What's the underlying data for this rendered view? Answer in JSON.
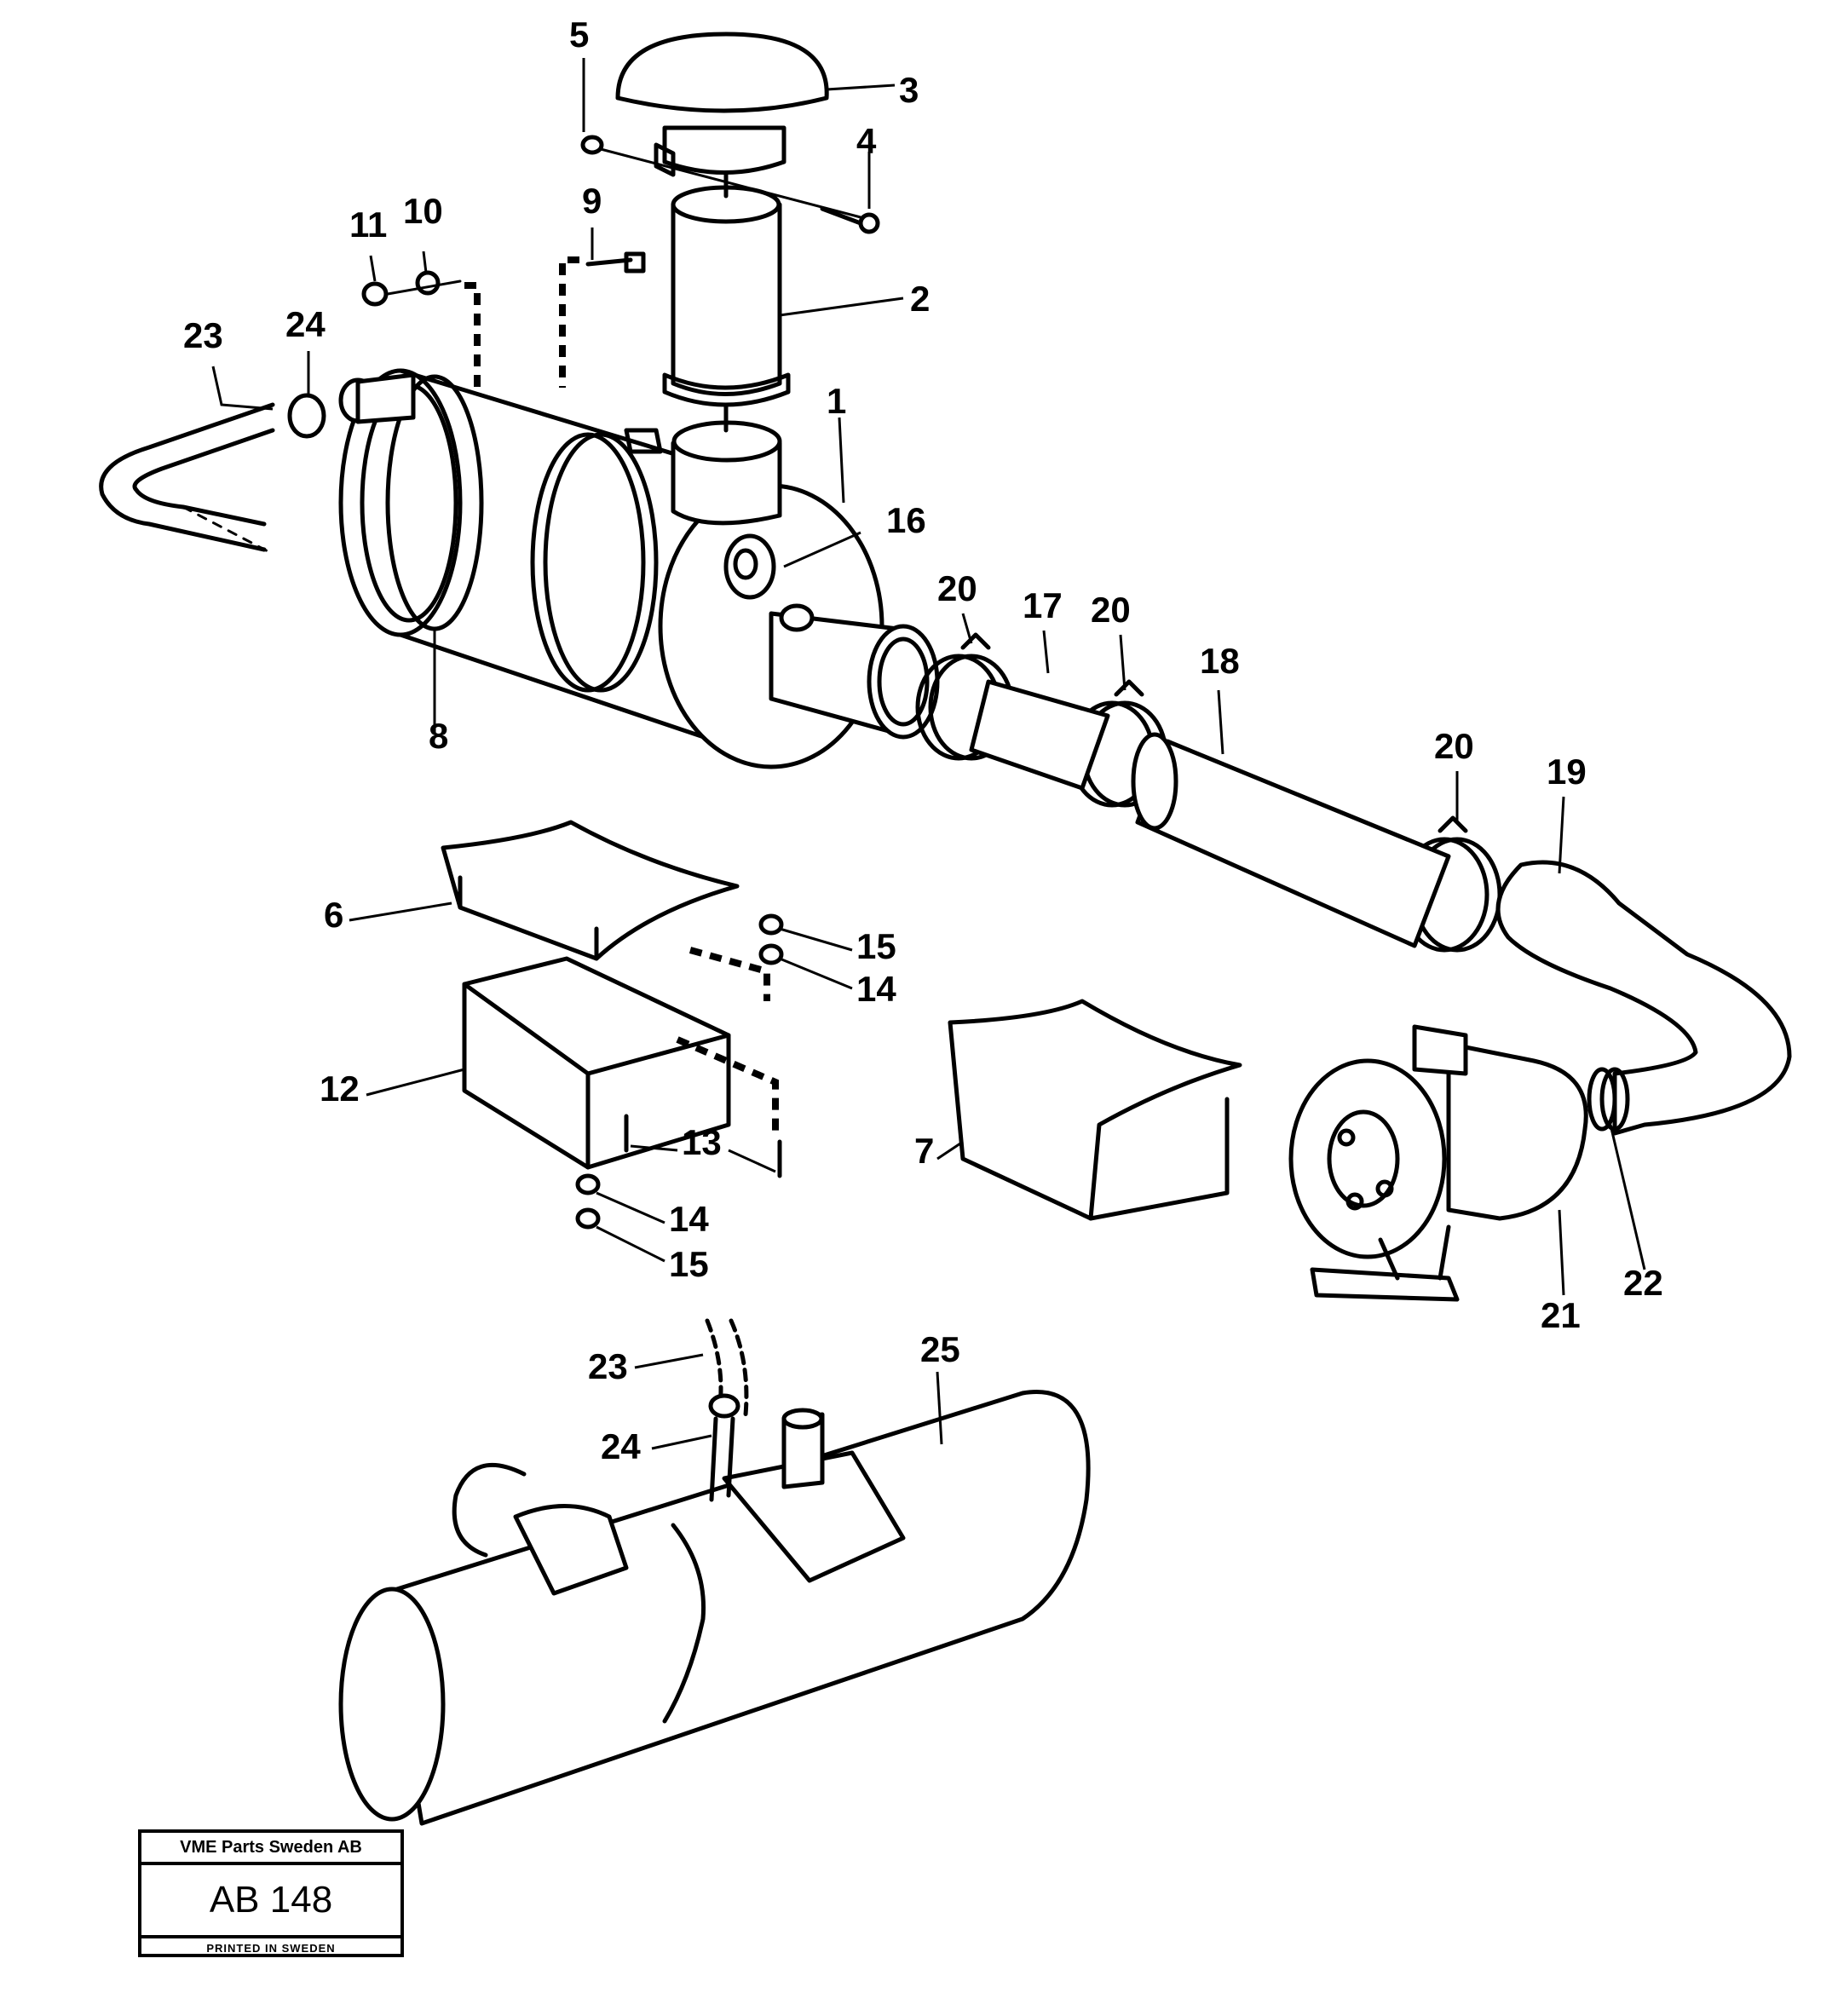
{
  "diagram": {
    "labels": [
      "5",
      "3",
      "4",
      "9",
      "11",
      "10",
      "2",
      "23",
      "24",
      "1",
      "16",
      "20",
      "17",
      "20",
      "18",
      "8",
      "20",
      "19",
      "6",
      "15",
      "14",
      "12",
      "13",
      "7",
      "14",
      "15",
      "22",
      "21",
      "25",
      "23",
      "24"
    ],
    "icons": [
      "air-cleaner-housing",
      "rain-cap",
      "inlet-pipe",
      "hose-clamp",
      "hose",
      "bracket",
      "turbocharger",
      "silencer"
    ]
  },
  "stamp": {
    "company": "VME Parts Sweden AB",
    "code": "AB 148",
    "printed": "PRINTED IN SWEDEN"
  }
}
